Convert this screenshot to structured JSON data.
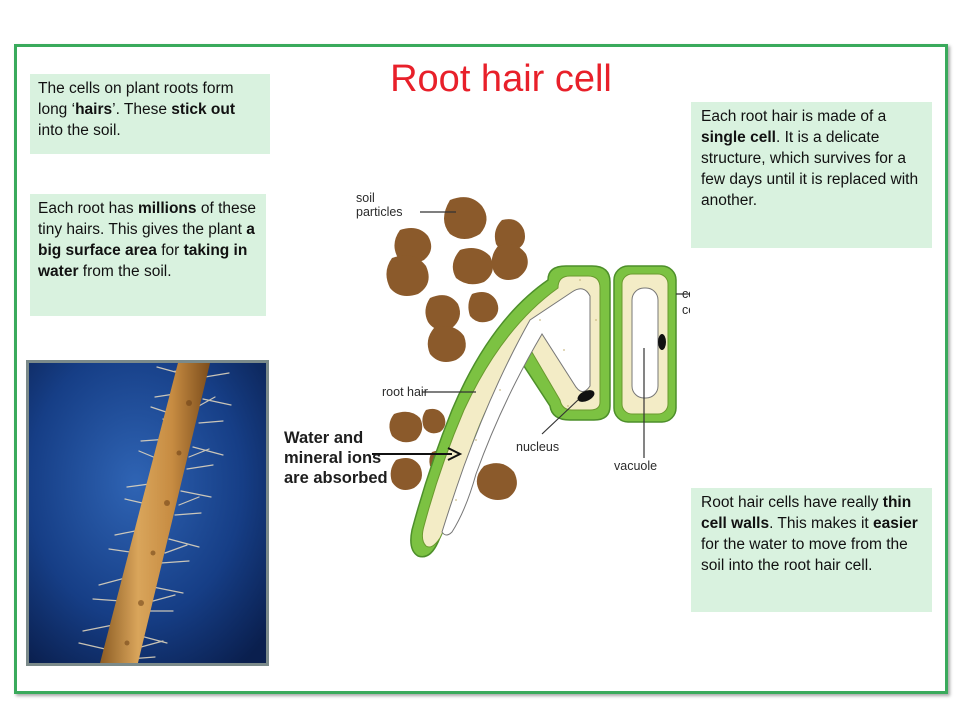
{
  "title": "Root hair cell",
  "notes": {
    "n1": {
      "p1": "The cells on plant roots form long ‘",
      "b1": "hairs",
      "p2": "’. These ",
      "b2": "stick out",
      "p3": " into the soil."
    },
    "n2": {
      "p1": "Each root has ",
      "b1": "millions",
      "p2": " of these tiny hairs. This gives the plant ",
      "b2": "a big surface area",
      "p3": " for ",
      "b3": "taking in water",
      "p4": " from the soil."
    },
    "n3": {
      "p1": "Each root hair is made of a ",
      "b1": "single cell",
      "p2": ".  It is a delicate structure, which survives for a few days until it is replaced with another."
    },
    "n4": {
      "p1": "Root hair cells have really ",
      "b1": "thin cell walls",
      "p2": ". This makes it ",
      "b2": "easier",
      "p3": " for the water to move from the soil into the root hair cell."
    }
  },
  "diagram": {
    "soil_particles_line1": "soil",
    "soil_particles_line2": "particles",
    "root_hair": "root hair",
    "cellulose_line1": "cellulose",
    "cellulose_line2": "cell wall",
    "nucleus": "nucleus",
    "vacuole": "vacuole",
    "water_label": "Water and mineral ions are absorbed"
  },
  "colors": {
    "title": "#e8202a",
    "frame": "#3aaa5c",
    "note_bg": "#d9f2df",
    "soil": "#8b5a2b",
    "cell_wall": "#7cc242",
    "cytoplasm": "#f3ecc6"
  }
}
